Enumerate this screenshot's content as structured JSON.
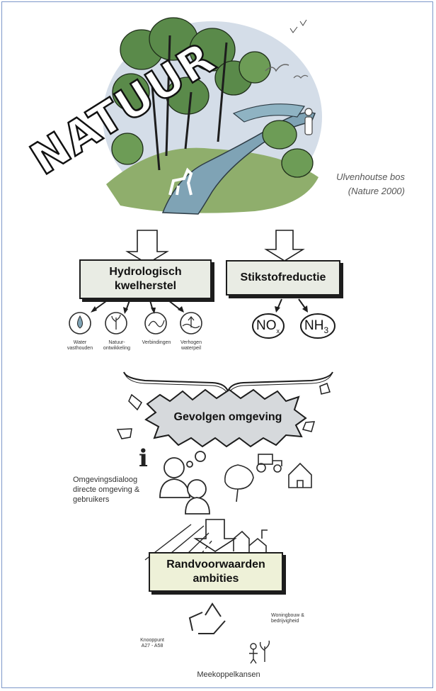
{
  "logo": {
    "text": "NATUUR"
  },
  "caption": {
    "line1": "Ulvenhoutse bos",
    "line2": "(Nature 2000)"
  },
  "boxes": {
    "hydro": {
      "line1": "Hydrologisch",
      "line2": "kwelherstel"
    },
    "stikstof": {
      "label": "Stikstofreductie"
    },
    "gevolgen": {
      "label": "Gevolgen omgeving"
    },
    "rand": {
      "line1": "Randvoorwaarden",
      "line2": "ambities"
    }
  },
  "hydro_icons": [
    {
      "line1": "Water",
      "line2": "vasthouden"
    },
    {
      "line1": "Natuur-",
      "line2": "ontwikkeling"
    },
    {
      "line1": "Verbindingen",
      "line2": ""
    },
    {
      "line1": "Verhogen",
      "line2": "waterpeil"
    }
  ],
  "chemicals": {
    "no": {
      "base": "NO",
      "sub": "x"
    },
    "nh": {
      "base": "NH",
      "sub": "3"
    }
  },
  "dialog": {
    "line1": "Omgevingsdialoog",
    "line2": "directe omgeving &",
    "line3": "gebruikers"
  },
  "info_symbol": "i",
  "bottom": {
    "knooppunt_line1": "Knooppunt",
    "knooppunt_line2": "A27 - A58",
    "woning_line1": "Woningbouw &",
    "woning_line2": "bedrijvigheid",
    "meekoppel": "Meekoppelkansen"
  },
  "colors": {
    "box_fill": "#e9ece4",
    "box_fill_bottom": "#eef1d8",
    "cloud_fill": "#d6d9dc",
    "water": "#7fa3b5",
    "tree": "#5a8a4a",
    "sky": "#d4dde8",
    "frame": "#7d97c9"
  }
}
